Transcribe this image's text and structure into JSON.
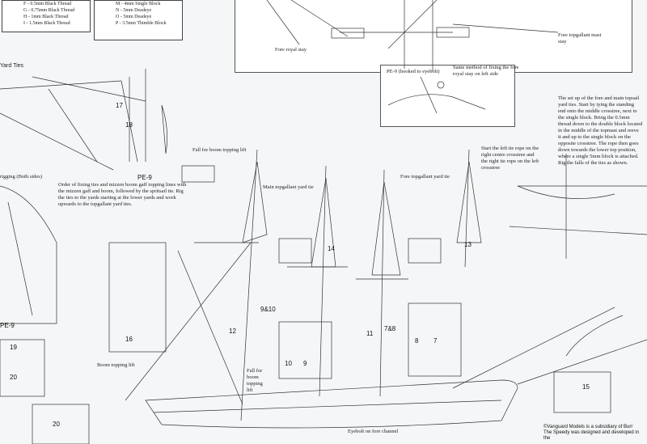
{
  "legend_left": [
    "F - 0.5mm Black Thread",
    "G - 0.75mm Black Thread",
    "H - 1mm Black Thread",
    "I - 1.5mm Black Thread"
  ],
  "legend_right": [
    "M - 4mm Single Block",
    "N - 5mm Deadeye",
    "O - 5mm Deadeye",
    "P - 3.5mm Thimble Block"
  ],
  "section_title": "Yard Ties",
  "texts": {
    "fore_royal_stay": "Fore royal stay",
    "fore_topgallant_stay": "Fore topgallant mast stay",
    "same_method": "Same method of fixing the fore royal stay on left side",
    "pe9_hooked": "PE-9 (hooked to eyebolt)",
    "fall_boom": "Fall for boom topping lift",
    "rigging_both_sides": "rigging (Both sides)",
    "order_fixing": "Order of fixing ties and mizzen boom gaff topping lines with the mizzen gaff and boom, followed by the spritsail tie. Rig the ties to the yards starting at the lower yards and work upwards to the topgallant yard ties.",
    "main_topgallant_ties": "Main topgallant yard tie",
    "fore_topgallant_ties": "Fore topgallant yard tie",
    "start_left_tie": "Start the left tie rope on the right centre crosstree and the right tie rope on the left crosstree",
    "setup_note": "The set up of the fore and main topsail yard ties. Start by tying the standing end onto the middle crosstree, next to the single block. Bring the 0.5mm thread down to the double block located in the middle of the topmast and reeve it and up to the single block on the opposite crosstree. The rope then goes down towards the lower top position, where a single 5mm block is attached. Rig the falls of the ties as shown.",
    "boom_topping_lift": "Boom topping lift",
    "fall_boom2": "Fall for boom topping lift",
    "eyebolt_fore": "Eyebolt on fore channel",
    "footer1": "©Vanguard Models is a subsidiary of Burr",
    "footer2": "The Speedy was designed and developed in the"
  },
  "labels": {
    "pe9": "PE-9",
    "pe9b": "PE-9",
    "n19": "19",
    "n20": "20",
    "n20b": "20",
    "n16": "16",
    "n18": "18",
    "n17": "17",
    "n14": "14",
    "n13": "13",
    "n12": "12",
    "n11": "11",
    "n10": "10",
    "n9": "9",
    "n8": "8",
    "n7": "7",
    "n15": "15",
    "n9_10": "9&10",
    "n7_8": "7&8"
  },
  "colors": {
    "paper": "#f5f6f7",
    "ink": "#222222",
    "highlight": "#cfd6de"
  }
}
